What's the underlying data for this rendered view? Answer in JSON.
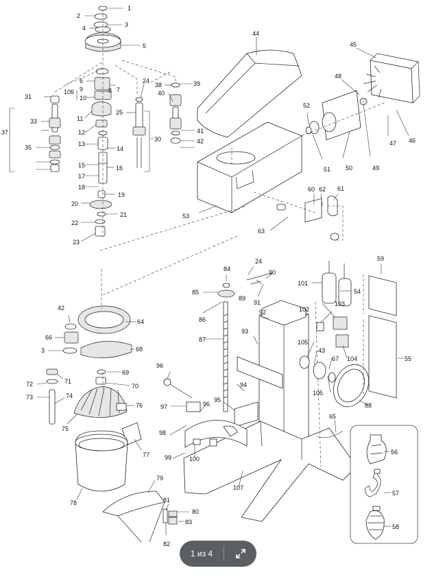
{
  "pager": {
    "page_text": "1 из 4"
  },
  "icons": {
    "expand": "expand-arrows-icon"
  },
  "callouts": [
    "1",
    "2",
    "3",
    "4",
    "5",
    "6",
    "7",
    "8",
    "9",
    "10",
    "11",
    "12",
    "13",
    "14",
    "15",
    "16",
    "17",
    "18",
    "19",
    "20",
    "21",
    "22",
    "23",
    "24",
    "25",
    "30",
    "31",
    "33",
    "35",
    "37",
    "38",
    "39",
    "40",
    "41",
    "42",
    "43",
    "44",
    "45",
    "46",
    "47",
    "48",
    "49",
    "50",
    "51",
    "52",
    "53",
    "54",
    "55",
    "56",
    "57",
    "58",
    "59",
    "60",
    "61",
    "62",
    "63",
    "64",
    "65",
    "66",
    "67",
    "68",
    "69",
    "70",
    "71",
    "72",
    "73",
    "74",
    "75",
    "76",
    "77",
    "78",
    "79",
    "80",
    "81",
    "82",
    "83",
    "84",
    "85",
    "86",
    "87",
    "88",
    "89",
    "90",
    "91",
    "92",
    "93",
    "94",
    "95",
    "96",
    "97",
    "98",
    "99",
    "100",
    "101",
    "102",
    "103",
    "104",
    "105",
    "106",
    "107"
  ]
}
